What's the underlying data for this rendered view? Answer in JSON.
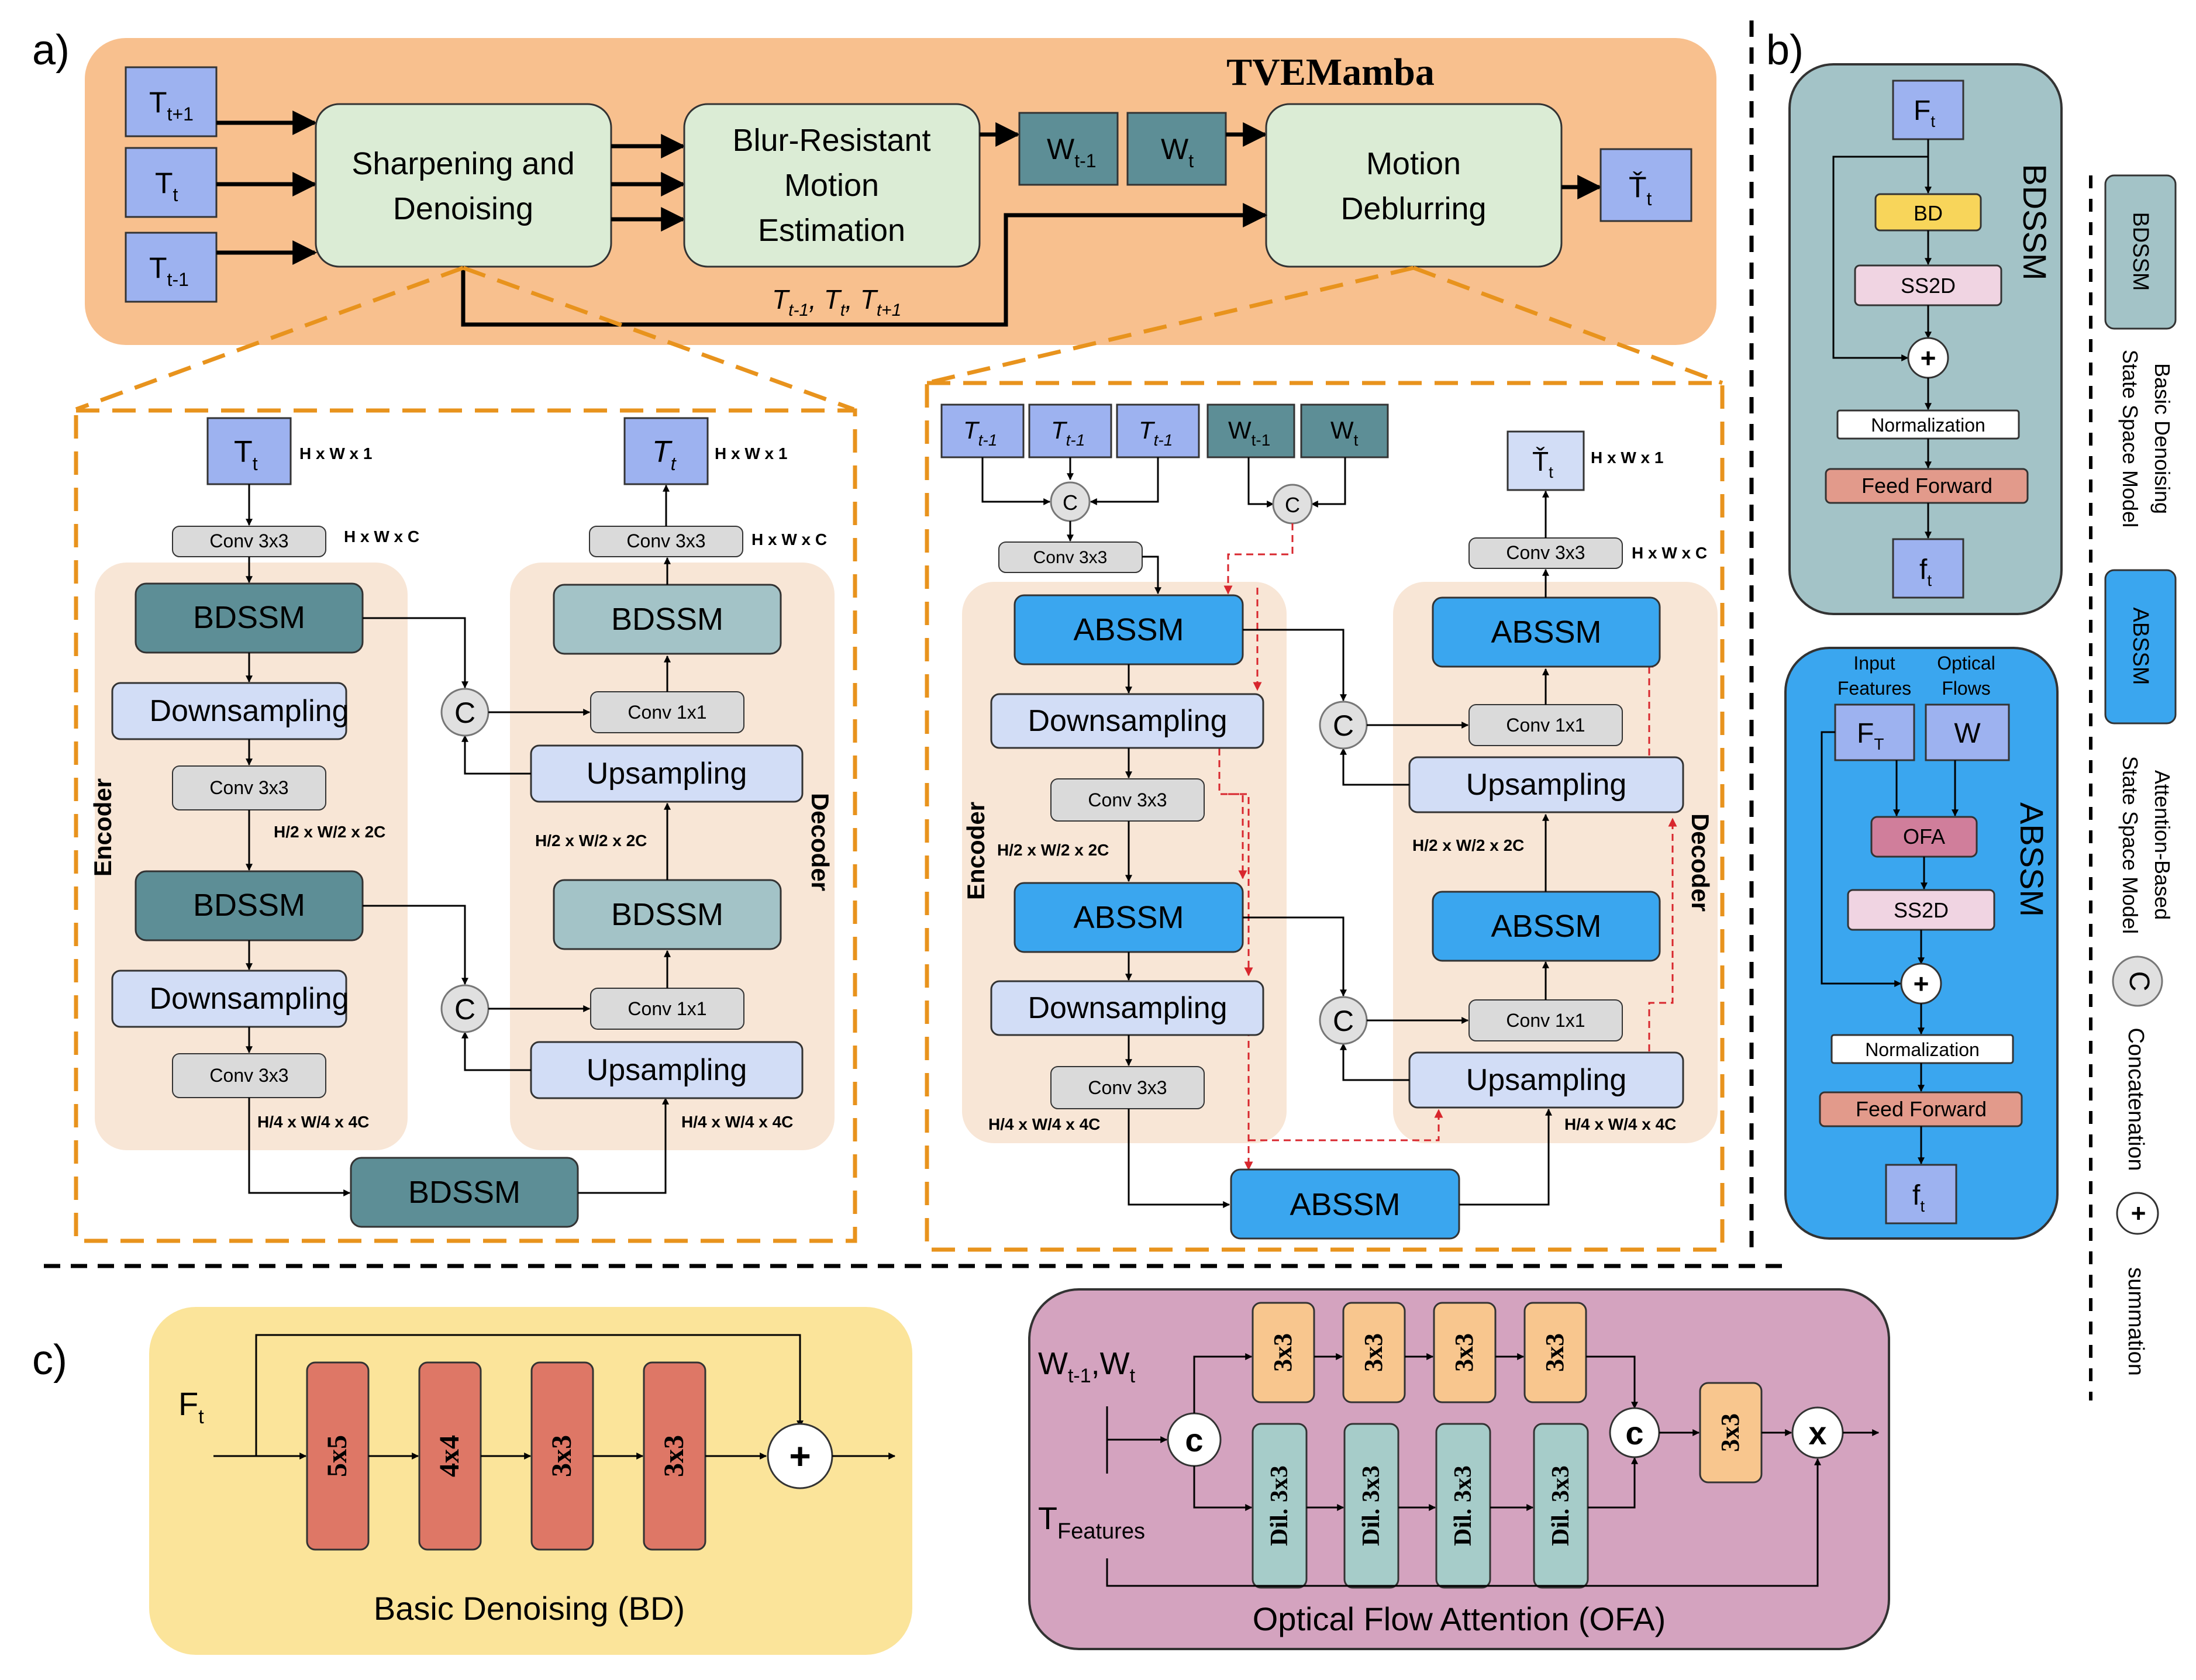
{
  "panel_labels": {
    "a": "a)",
    "b": "b)",
    "c": "c)"
  },
  "top": {
    "title": "TVEMamba",
    "inputs": {
      "t_plus": [
        "T",
        "t+1"
      ],
      "t": [
        "T",
        "t"
      ],
      "t_minus": [
        "T",
        "t-1"
      ]
    },
    "sharpen": [
      "Sharpening and",
      "Denoising"
    ],
    "blur": [
      "Blur-Resistant",
      "Motion",
      "Estimation"
    ],
    "w_prev": [
      "W",
      "t-1"
    ],
    "w_t": [
      "W",
      "t"
    ],
    "motion": [
      "Motion",
      "Deblurring"
    ],
    "output": [
      "Ť",
      "t"
    ],
    "bottom_label": [
      [
        "T",
        "t-1"
      ],
      [
        "T",
        "t"
      ],
      [
        "T",
        "t+1"
      ]
    ]
  },
  "left_net": {
    "input": [
      "T",
      "t"
    ],
    "input_dims": "H x W x 1",
    "output": [
      "T",
      "t"
    ],
    "output_dims": "H x W x 1",
    "conv3": "Conv 3x3",
    "conv1": "Conv 1x1",
    "hwc": "H x W x C",
    "bdssm": "BDSSM",
    "down": "Downsampling",
    "up": "Upsampling",
    "dim2": "H/2 x W/2 x 2C",
    "dim4": "H/4 x W/4 x 4C",
    "encoder": "Encoder",
    "decoder": "Decoder",
    "concat": "C"
  },
  "right_net": {
    "inputs": [
      [
        "T",
        "t-1"
      ],
      [
        "T",
        "t-1"
      ],
      [
        "T",
        "t-1"
      ]
    ],
    "w_inputs": [
      [
        "W",
        "t-1"
      ],
      [
        "W",
        "t"
      ]
    ],
    "output": [
      "Ť",
      "t"
    ],
    "output_dims": "H x W x 1",
    "conv3": "Conv 3x3",
    "conv1": "Conv 1x1",
    "hwc": "H x W x C",
    "absssm": "ABSSM",
    "down": "Downsampling",
    "up": "Upsampling",
    "dim2": "H/2 x W/2 x 2C",
    "dim4": "H/4 x W/4 x 4C",
    "encoder": "Encoder",
    "decoder": "Decoder",
    "concat": "C"
  },
  "bdssm_block": {
    "title": "BDSSM",
    "input": [
      "F",
      "t"
    ],
    "bd": "BD",
    "ss2d": "SS2D",
    "sum": "+",
    "norm": "Normalization",
    "ff": "Feed Forward",
    "output": [
      "f",
      "t"
    ]
  },
  "absssm_block": {
    "title": "ABSSM",
    "label_input": [
      "Input",
      "Features"
    ],
    "label_flow": [
      "Optical",
      "Flows"
    ],
    "input": [
      "F",
      "T"
    ],
    "w": "W",
    "ofa": "OFA",
    "ss2d": "SS2D",
    "sum": "+",
    "norm": "Normalization",
    "ff": "Feed Forward",
    "output": [
      "f",
      "t"
    ]
  },
  "legend": {
    "bdssm": "BDSSM",
    "bdssm_desc": [
      "Basic Denoising",
      "State Space Model"
    ],
    "absssm": "ABSSM",
    "absssm_desc": [
      "Attention-Based",
      "State Space Model"
    ],
    "concat_sym": "C",
    "concat_desc": "Concatenation",
    "sum_sym": "+",
    "sum_desc": "summation"
  },
  "bd_panel": {
    "input": [
      "F",
      "t"
    ],
    "blocks": [
      "5x5",
      "4x4",
      "3x3",
      "3x3"
    ],
    "sum": "+",
    "caption": "Basic Denoising (BD)"
  },
  "ofa_panel": {
    "input_w": [
      "W",
      "t-1",
      ",W",
      "t"
    ],
    "input_t": [
      "T",
      "Features"
    ],
    "top_blocks": [
      "3x3",
      "3x3",
      "3x3",
      "3x3"
    ],
    "bottom_blocks": [
      "Dil. 3x3",
      "Dil. 3x3",
      "Dil. 3x3",
      "Dil. 3x3"
    ],
    "final_block": "3x3",
    "concat": "c",
    "mult": "x",
    "caption": "Optical Flow Attention (OFA)"
  },
  "colors": {
    "orange_bg": "#f8c08e",
    "green_box": "#dbecd5",
    "blue_light": "#9db2f0",
    "teal": "#5d8e96",
    "teal_light": "#a3c3c7",
    "peach": "#f8e6d6",
    "bright_blue": "#3aa6ef",
    "pale_blue": "#d2ddf6",
    "grey": "#dadada",
    "yellow": "#fbe49a",
    "pink": "#d4a3bf",
    "red_block": "#de7766",
    "orange_block": "#f8c68e",
    "teal_block": "#a6ccc9",
    "dashed_orange": "#e8931d",
    "dashed_red": "#d8262d"
  }
}
